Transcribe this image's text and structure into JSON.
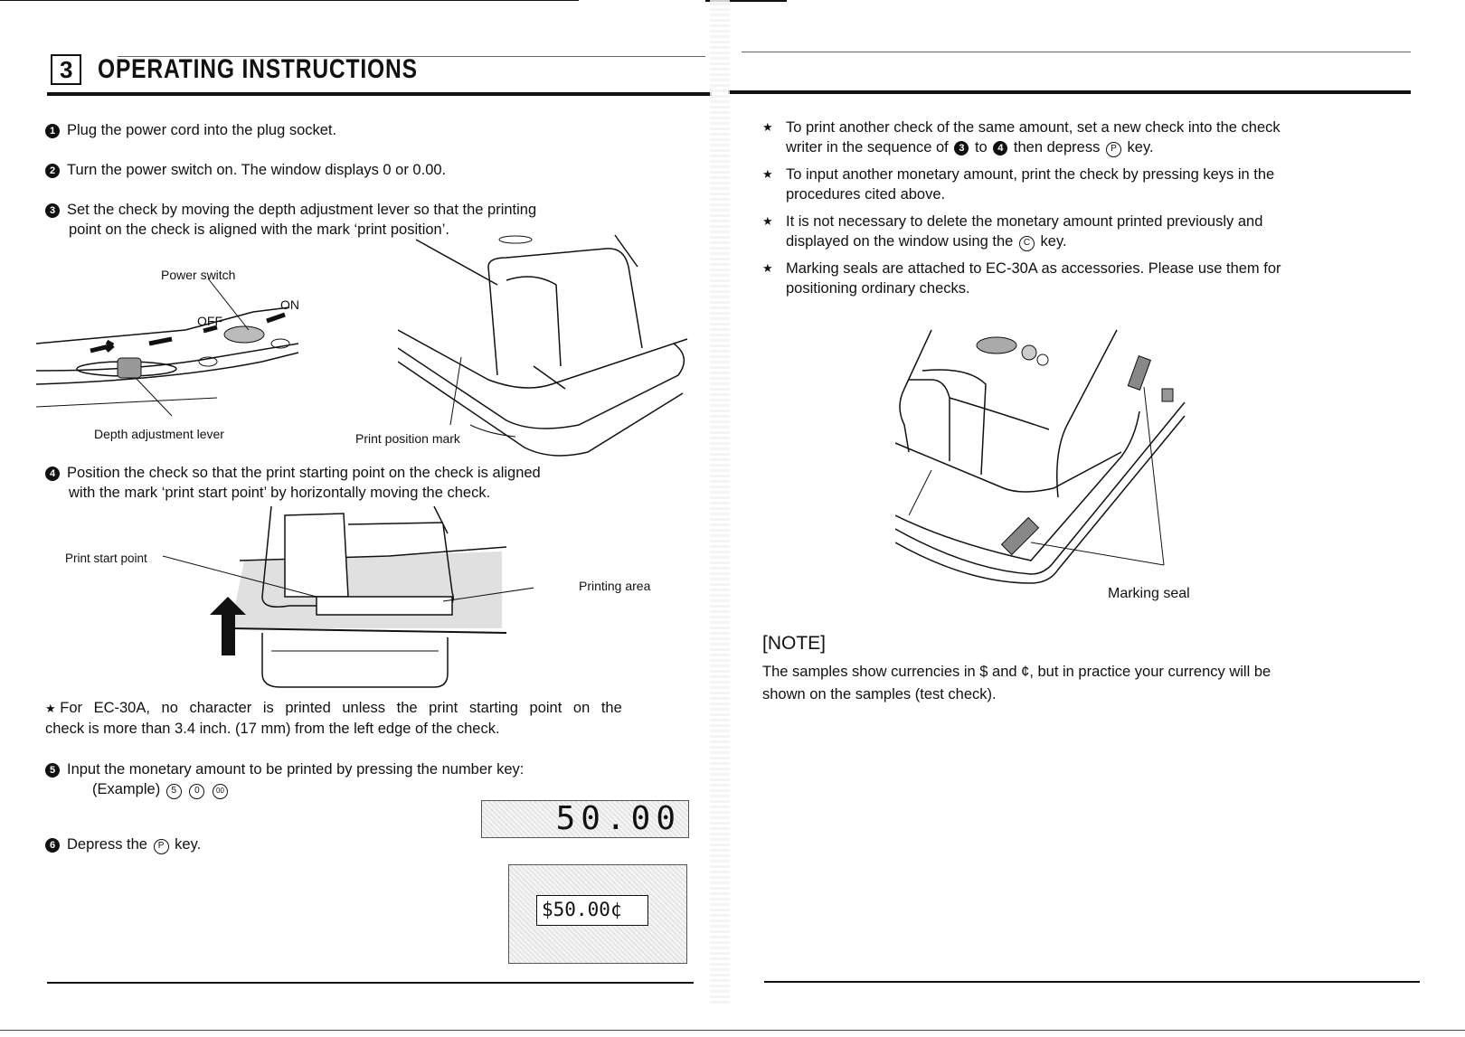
{
  "section": {
    "number": "3",
    "title": "OPERATING INSTRUCTIONS"
  },
  "steps": [
    {
      "num": "1",
      "text": "Plug the power cord into the plug socket."
    },
    {
      "num": "2",
      "text": "Turn the power switch on. The window displays 0 or 0.00."
    },
    {
      "num": "3",
      "line1": "Set the check by moving the depth adjustment lever so that the printing",
      "line2": "point on the check is aligned with the mark ‘print position’."
    },
    {
      "num": "4",
      "line1": "Position the check so that the print starting point on the check is aligned",
      "line2": "with the mark ‘print start point’ by horizontally moving the check."
    },
    {
      "num": "5",
      "text": "Input the monetary amount to be printed by pressing the number key:",
      "example_label": "(Example)",
      "example_keys": [
        "5",
        "0",
        "00"
      ]
    },
    {
      "num": "6",
      "text_before": "Depress the",
      "key": "P",
      "text_after": "key."
    }
  ],
  "figure1": {
    "power_switch": "Power switch",
    "off": "OFF",
    "on": "ON",
    "depth_lever": "Depth adjustment lever",
    "print_position": "Print position mark"
  },
  "figure2": {
    "print_start": "Print start point",
    "printing_area": "Printing area"
  },
  "ec30a_note": {
    "line1": "For EC-30A, no character is printed unless the print starting point on the",
    "line2": "check is more than 3.4 inch. (17 mm) from the left edge of the check."
  },
  "display_value": "50.00",
  "printed_sample": "$50.00¢",
  "right_notes": [
    {
      "line1": "To print another check of the same amount, set a new check into the check",
      "line2a": "writer in the sequence of",
      "from": "3",
      "mid": "to",
      "to": "4",
      "line2b": "then depress",
      "key": "P",
      "end": "key."
    },
    {
      "line1": "To input another monetary amount, print the check by pressing keys in the",
      "line2": "procedures cited above."
    },
    {
      "line1": "It is not necessary to delete the monetary amount printed previously and",
      "line2a": "displayed on the window using the",
      "key": "C",
      "end": "key."
    },
    {
      "line1": "Marking seals are attached to EC-30A as accessories. Please use them for",
      "line2": "positioning ordinary checks."
    }
  ],
  "figure3": {
    "marking_seal": "Marking seal"
  },
  "note": {
    "heading": "[NOTE]",
    "line1": "The samples show currencies in $ and ¢, but in practice your currency will be",
    "line2": "shown on the samples (test check)."
  },
  "star_symbol": "★"
}
